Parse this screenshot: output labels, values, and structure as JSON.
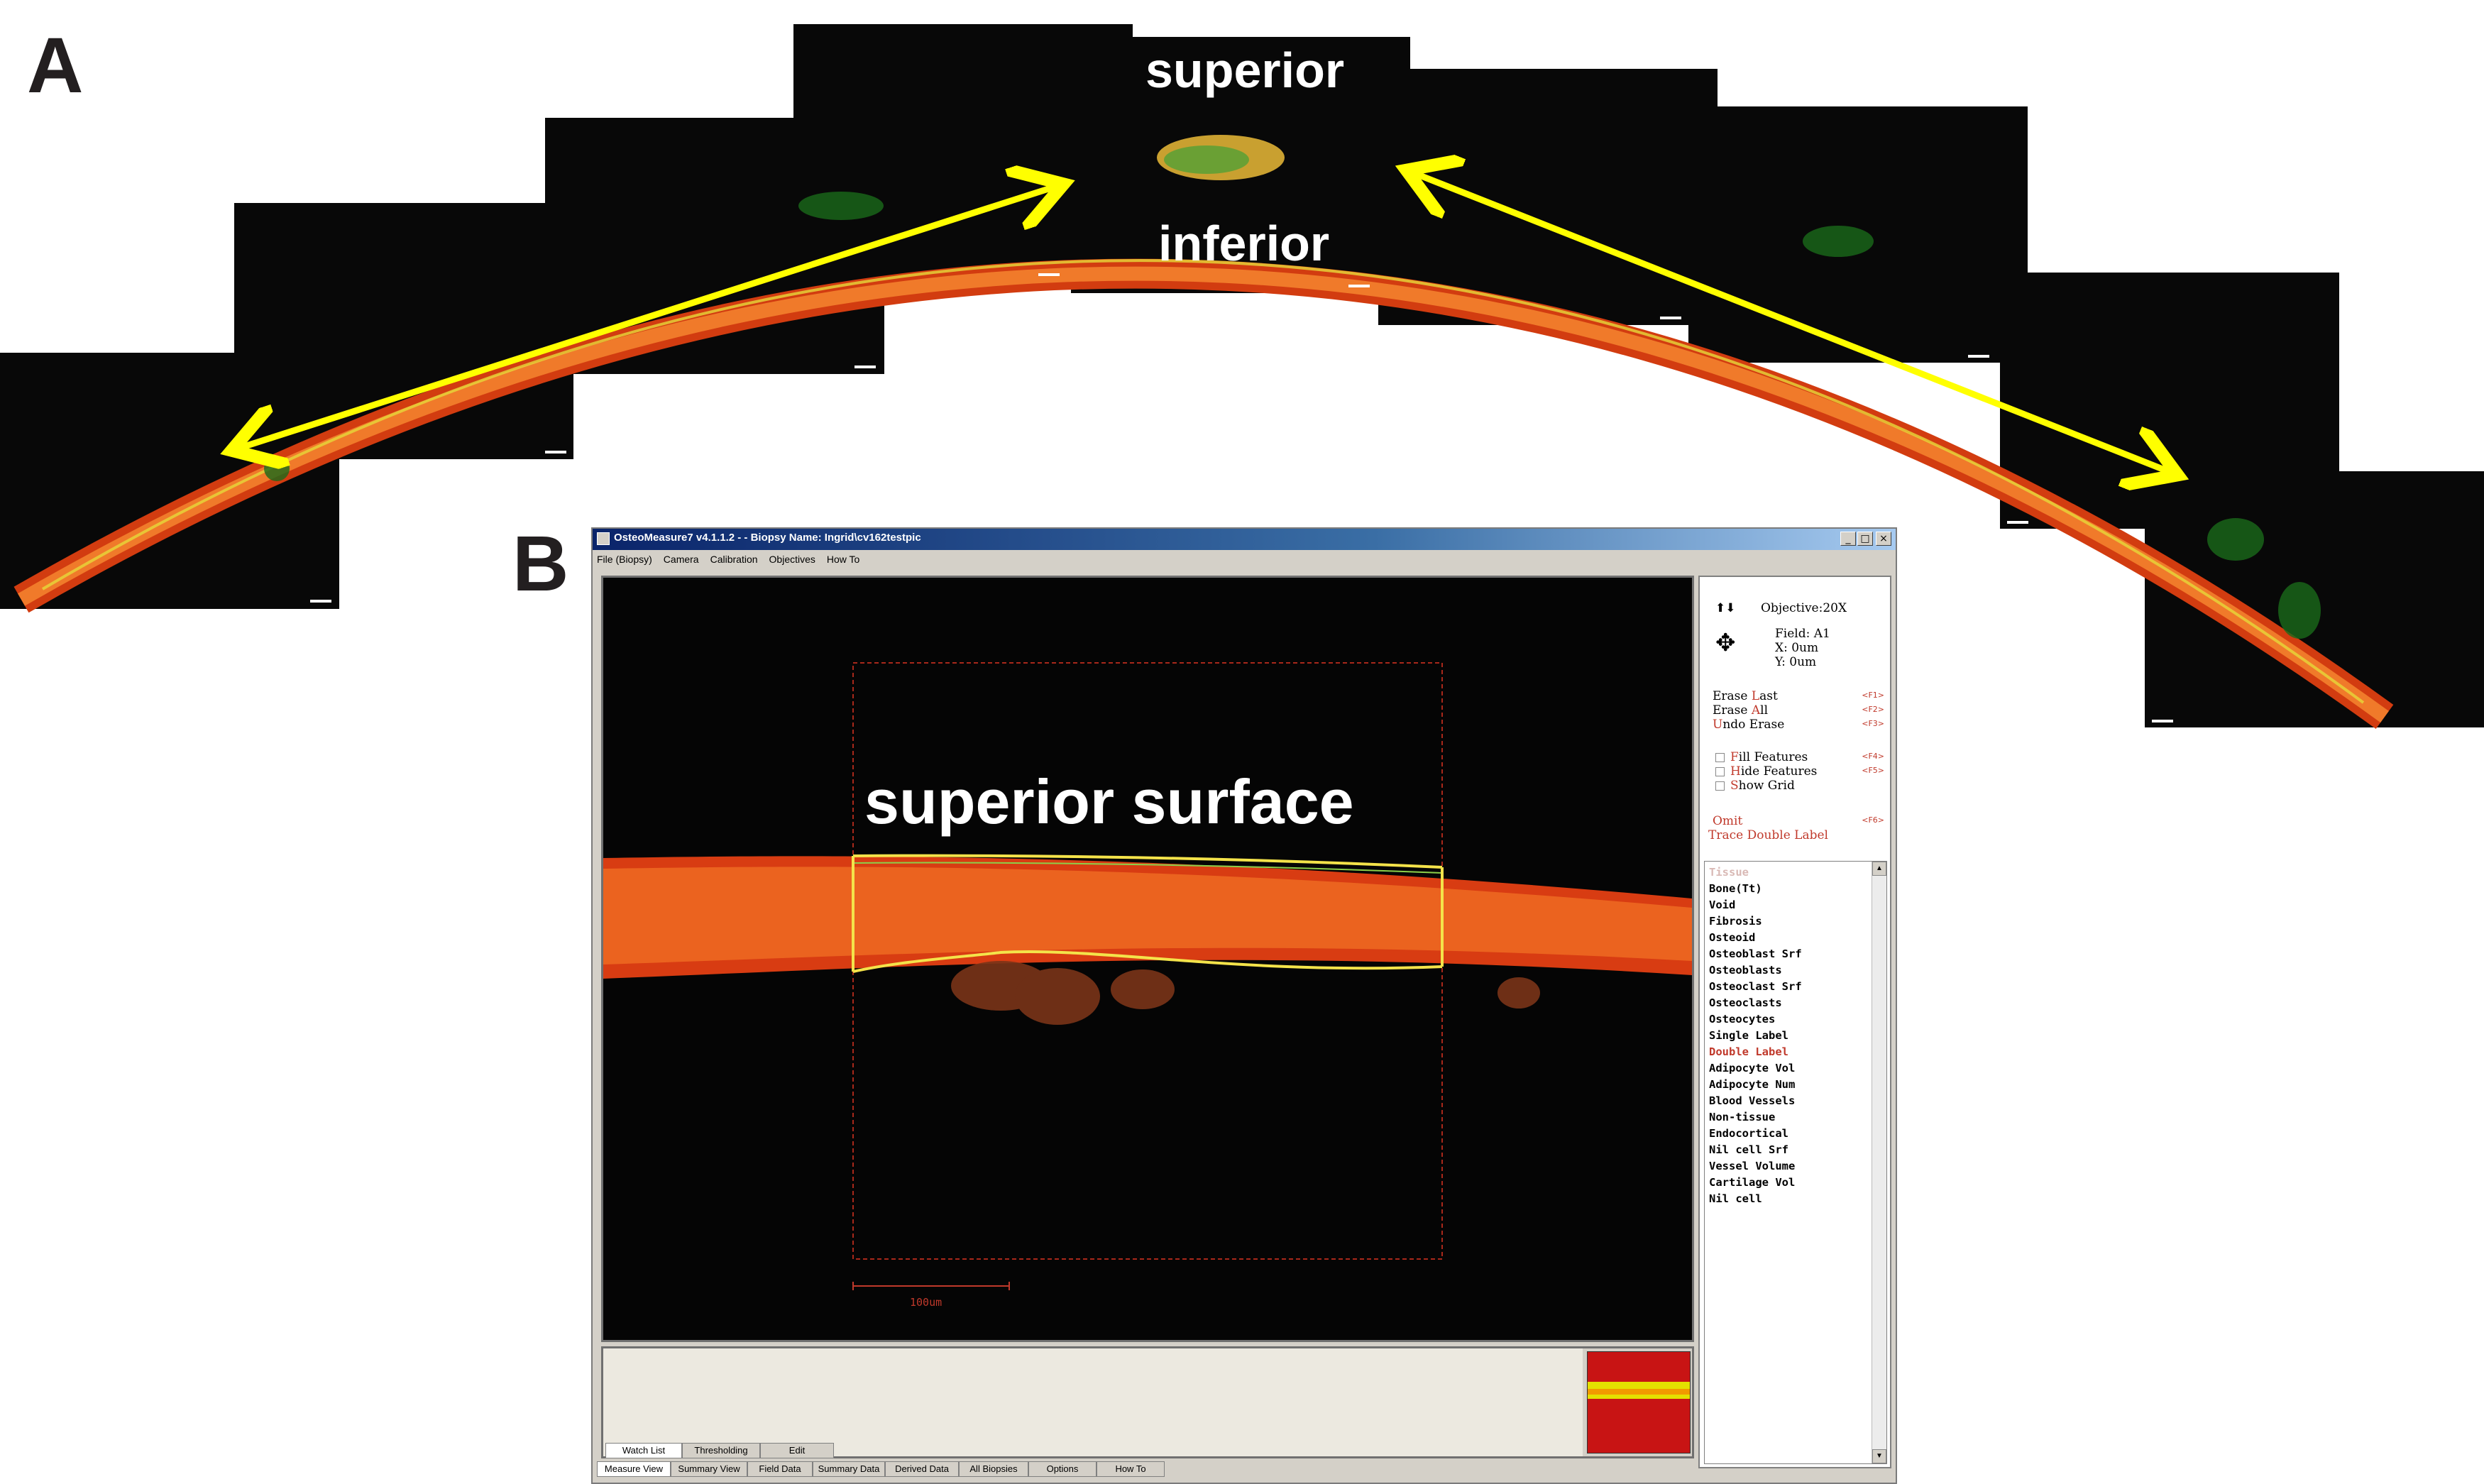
{
  "panels": {
    "a": {
      "letter": "A",
      "label_top": "superior",
      "label_bottom": "inferior"
    },
    "b": {
      "letter": "B"
    }
  },
  "window": {
    "title": "OsteoMeasure7 v4.1.1.2 - - Biopsy Name: Ingrid\\cv162testpic",
    "buttons": {
      "minimize": "_",
      "maximize": "□",
      "close": "×"
    },
    "menu": [
      "File (Biopsy)",
      "Camera",
      "Calibration",
      "Objectives",
      "How To"
    ]
  },
  "viewport": {
    "overlay_text": "superior surface",
    "scale_label": "100um"
  },
  "side_panel": {
    "objective": "Objective:20X",
    "field": "Field:  A1",
    "x": "X:  0um",
    "y": "Y:  0um",
    "actions": [
      {
        "label_lead": "Erase ",
        "label_hot": "L",
        "label_tail": "ast",
        "fkey": "<F1>"
      },
      {
        "label_lead": "Erase ",
        "label_hot": "A",
        "label_tail": "ll",
        "fkey": "<F2>"
      },
      {
        "label_lead": "",
        "label_hot": "U",
        "label_tail": "ndo Erase",
        "fkey": "<F3>"
      }
    ],
    "checkboxes": [
      {
        "label_hot": "F",
        "label_tail": "ill Features",
        "fkey": "<F4>"
      },
      {
        "label_hot": "H",
        "label_tail": "ide Features",
        "fkey": "<F5>"
      },
      {
        "label_hot": "S",
        "label_tail": "how Grid",
        "fkey": ""
      }
    ],
    "omit": {
      "label": "Omit",
      "fkey": "<F6>"
    },
    "trace_label": "Trace Double Label",
    "tissue_list": [
      "Tissue",
      "Bone(Tt)",
      "Void",
      "Fibrosis",
      "Osteoid",
      "Osteoblast Srf",
      "Osteoblasts",
      "Osteoclast Srf",
      "Osteoclasts",
      "Osteocytes",
      "Single Label",
      "Double Label",
      "Adipocyte Vol",
      "Adipocyte Num",
      "Blood Vessels",
      "Non-tissue",
      "Endocortical",
      "Nil cell Srf",
      "Vessel Volume",
      "Cartilage Vol",
      "Nil cell"
    ]
  },
  "tabs_upper": [
    "Watch List",
    "Thresholding",
    "Edit"
  ],
  "tabs_lower": [
    "Measure View",
    "Summary View",
    "Field Data",
    "Summary Data",
    "Derived Data",
    "All Biopsies",
    "Options",
    "How To"
  ],
  "colors": {
    "bone": "#e8541a",
    "tracing": "#f4e34a",
    "arrow": "#ffff00",
    "label_red": "#c0392b"
  }
}
